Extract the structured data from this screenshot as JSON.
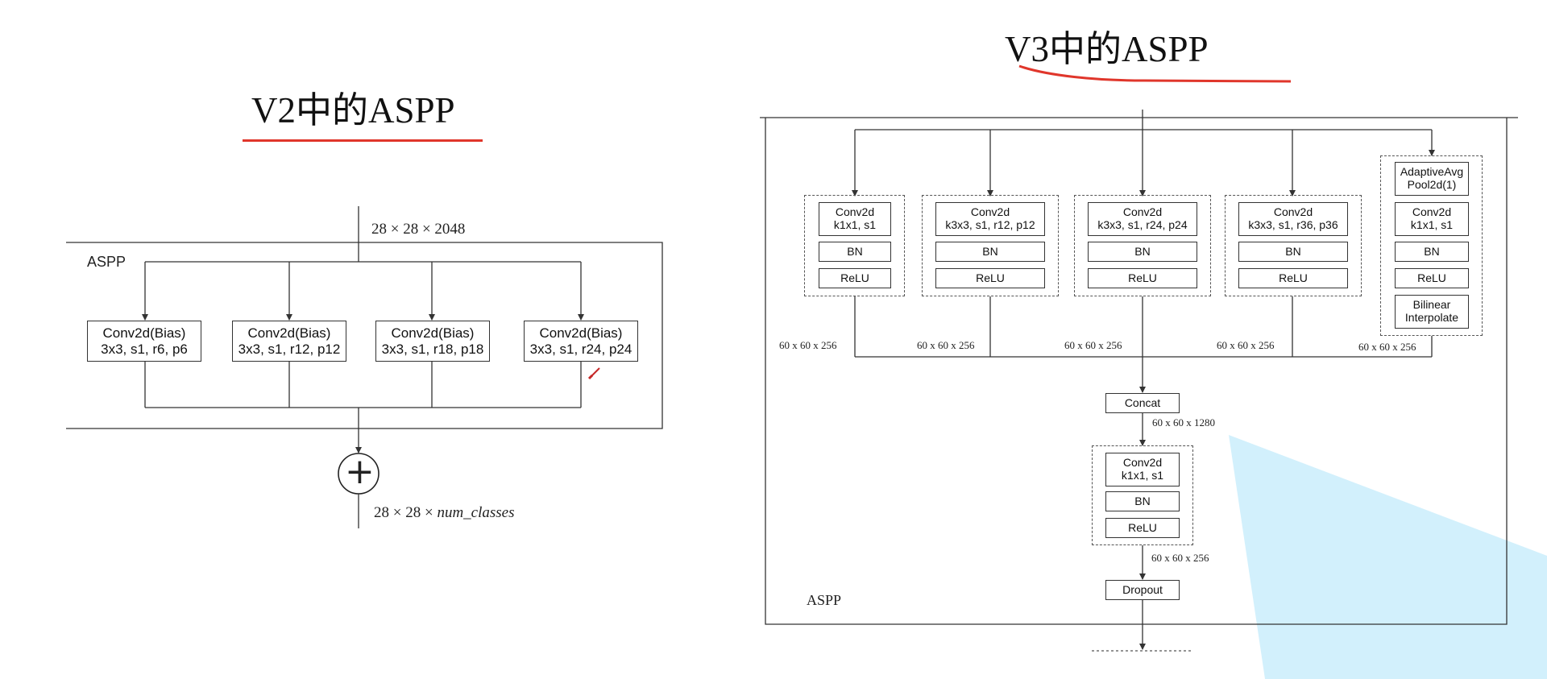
{
  "v2": {
    "title": "V2中的ASPP",
    "frame_label": "ASPP",
    "input_dim": "28 × 28 × 2048",
    "output_dim_prefix": "28 × 28 × ",
    "output_dim_var": "num_classes",
    "sum_symbol": "+",
    "branches": [
      {
        "line1": "Conv2d(Bias)",
        "line2": "3x3, s1, r6, p6"
      },
      {
        "line1": "Conv2d(Bias)",
        "line2": "3x3, s1, r12, p12"
      },
      {
        "line1": "Conv2d(Bias)",
        "line2": "3x3, s1, r18, p18"
      },
      {
        "line1": "Conv2d(Bias)",
        "line2": "3x3, s1, r24, p24"
      }
    ]
  },
  "v3": {
    "title": "V3中的ASPP",
    "frame_label": "ASPP",
    "branches": [
      {
        "conv": "Conv2d\nk1x1, s1",
        "bn": "BN",
        "relu": "ReLU",
        "out": "60 x 60 x 256"
      },
      {
        "conv": "Conv2d\nk3x3, s1, r12, p12",
        "bn": "BN",
        "relu": "ReLU",
        "out": "60 x 60 x 256"
      },
      {
        "conv": "Conv2d\nk3x3, s1, r24, p24",
        "bn": "BN",
        "relu": "ReLU",
        "out": "60 x 60 x 256"
      },
      {
        "conv": "Conv2d\nk3x3, s1, r36, p36",
        "bn": "BN",
        "relu": "ReLU",
        "out": "60 x 60 x 256"
      }
    ],
    "pool_branch": {
      "pool": "AdaptiveAvg\nPool2d(1)",
      "conv": "Conv2d\nk1x1, s1",
      "bn": "BN",
      "relu": "ReLU",
      "interp": "Bilinear\nInterpolate",
      "out": "60 x 60 x 256"
    },
    "concat": "Concat",
    "concat_out": "60 x 60 x 1280",
    "project": {
      "conv": "Conv2d\nk1x1, s1",
      "bn": "BN",
      "relu": "ReLU",
      "out": "60 x 60 x 256"
    },
    "dropout": "Dropout"
  },
  "colors": {
    "underline": "#e0362b",
    "watermark": "#4fc3f7"
  }
}
